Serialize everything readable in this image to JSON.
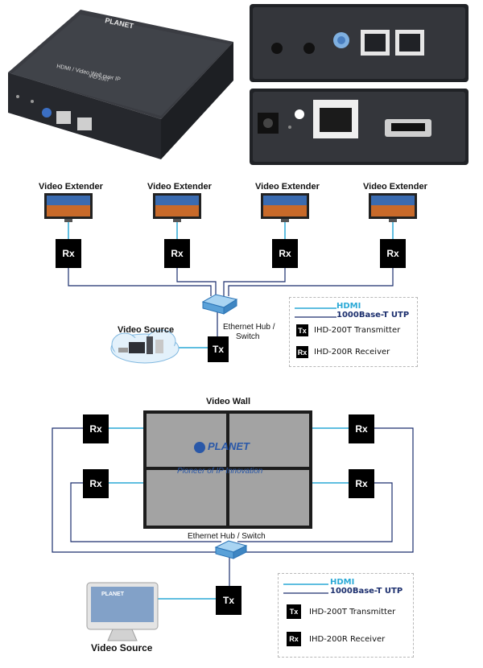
{
  "product": {
    "top_brand": "PLANET",
    "top_title": "HDMI / Video Wall over IP",
    "top_model": "IHD-200T"
  },
  "diagram1": {
    "extender_label": "Video Extender",
    "rx_label": "Rx",
    "tx_label": "Tx",
    "switch_label_line1": "Ethernet Hub /",
    "switch_label_line2": "Switch",
    "source_label": "Video Source"
  },
  "diagram2": {
    "wall_title": "Video Wall",
    "wall_brand": "PLANET",
    "wall_slogan": "Pioneer of IP Innovation",
    "rx_label": "Rx",
    "tx_label": "Tx",
    "switch_label": "Ethernet Hub / Switch",
    "source_label": "Video Source",
    "monitor_brand": "PLANET"
  },
  "legend": {
    "hdmi": "HDMI",
    "utp": "1000Base-T UTP",
    "tx_icon": "Tx",
    "rx_icon": "Rx",
    "tx_desc": "IHD-200T Transmitter",
    "rx_desc": "IHD-200R Receiver"
  },
  "colors": {
    "hdmi_line": "#2aa9d6",
    "utp_line": "#1c2f6e",
    "device_body": "#2d2f35"
  }
}
